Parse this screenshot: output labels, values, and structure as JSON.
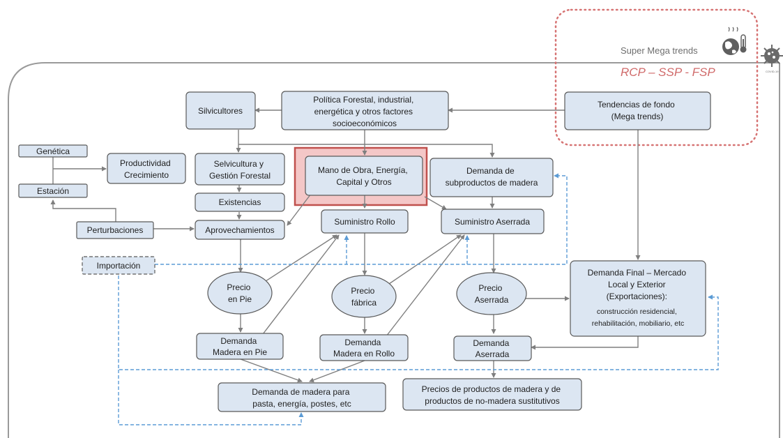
{
  "scenario": {
    "super_title": "Super Mega trends",
    "scenario_label": "RCP – SSP - FSP",
    "icons": [
      "climate-thermometer-icon",
      "covid-virus-icon"
    ],
    "covid_caption": "COVID-19"
  },
  "nodes": {
    "politica": [
      "Política  Forestal, industrial,",
      "energética y otros factores",
      "socioeconómicos"
    ],
    "tendencias": [
      "Tendencias de fondo",
      "(Mega trends)"
    ],
    "silvicultores": [
      "Silvicultores"
    ],
    "genetica": [
      "Genética"
    ],
    "estacion": [
      "Estación"
    ],
    "productividad": [
      "Productividad",
      "Crecimiento"
    ],
    "silvicultura": [
      "Selvicultura y",
      "Gestión Forestal"
    ],
    "mano_obra": [
      "Mano de Obra, Energía,",
      "Capital y Otros"
    ],
    "demanda_subproductos": [
      "Demanda de",
      "subproductos de madera"
    ],
    "existencias": [
      "Existencias"
    ],
    "perturbaciones": [
      "Perturbaciones"
    ],
    "aprovechamientos": [
      "Aprovechamientos"
    ],
    "suministro_rollo": [
      "Suministro Rollo"
    ],
    "suministro_aserrada": [
      "Suministro Aserrada"
    ],
    "importacion": [
      "Importación"
    ],
    "precio_pie": [
      "Precio",
      "en Pie"
    ],
    "precio_fabrica": [
      "Precio",
      "fábrica"
    ],
    "precio_aserrada": [
      "Precio",
      "Aserrada"
    ],
    "demanda_final": [
      "Demanda Final – Mercado",
      "Local y Exterior",
      "(Exportaciones):",
      "construcción residencial,",
      "rehabilitación, mobiliario, etc"
    ],
    "demanda_pie": [
      "Demanda",
      "Madera en Pie"
    ],
    "demanda_rollo": [
      "Demanda",
      "Madera en Rollo"
    ],
    "demanda_aserrada": [
      "Demanda",
      "Aserrada"
    ],
    "demanda_pasta": [
      "Demanda de madera para",
      "pasta, energía, postes, etc"
    ],
    "precios_productos": [
      "Precios de productos de madera y de",
      "productos de no-madera sustitutivos"
    ]
  },
  "colors": {
    "box_fill": "#dce6f2",
    "box_border": "#595959",
    "arrow": "#7f7f7f",
    "dashed_arrow": "#5b9bd5",
    "scenario_border": "#d67373",
    "highlight_fill": "#f4c7c7",
    "highlight_border": "#c0504d",
    "frame": "#9a9a9a"
  }
}
